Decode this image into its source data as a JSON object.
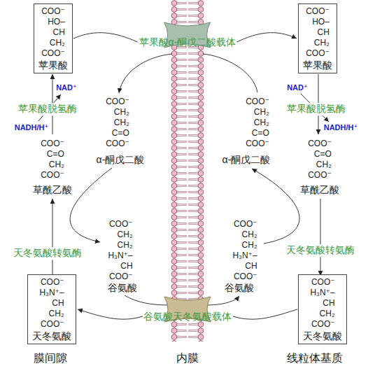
{
  "diagram": {
    "nodes": [
      {
        "text": [
          "COO⁻ HO–CH CH₂ COO⁻",
          "苹果酸"
        ]
      },
      {
        "text": [
          "苹果酸α-酮戊二酸载体"
        ]
      },
      {
        "text": [
          "COO⁻ HO–CH CH₂ COO⁻",
          "苹果酸"
        ]
      },
      {
        "text": [
          "COO⁻ H₃N⁺–CH CH₂ COO⁻",
          "天冬氨酸"
        ]
      },
      {
        "text": [
          "谷氨酸天冬氨酸载体"
        ]
      },
      {
        "text": [
          "COO⁻ H₃N⁺–CH CH₂ COO⁻",
          "天冬氨酸"
        ]
      }
    ],
    "edges": [
      {
        "from": 0,
        "to": 1,
        "arrow": "none"
      },
      {
        "from": 1,
        "to": 2,
        "arrow": "to"
      },
      {
        "from": 5,
        "to": 4,
        "arrow": "none"
      },
      {
        "from": 4,
        "to": 3,
        "arrow": "to"
      }
    ],
    "labels": [
      "NAD⁺",
      "苹果酸脱氢酶",
      "NADH/H⁺",
      "COO⁻ CH₂ CH₂ C=O COO⁻",
      "α-酮戊二酸",
      "COO⁻ C=O CH₂ COO⁻",
      "草酰乙酸",
      "天冬氨酸转氨酶",
      "COO⁻ CH₂ CH₂ H₃N⁺–CH COO⁻",
      "谷氨酸",
      "NAD⁺",
      "苹果酸脱氢酶",
      "NADH/H⁺",
      "COO⁻ CH₂ CH₂ C=O COO⁻",
      "α-酮戊二酸",
      "COO⁻ C=O CH₂ COO⁻",
      "草酰乙酸",
      "天冬氨酸转氨酶",
      "COO⁻ CH₂ CH₂ H₃N⁺–CH COO⁻",
      "谷氨酸",
      "膜间隙",
      "内膜",
      "线粒体基质"
    ]
  }
}
